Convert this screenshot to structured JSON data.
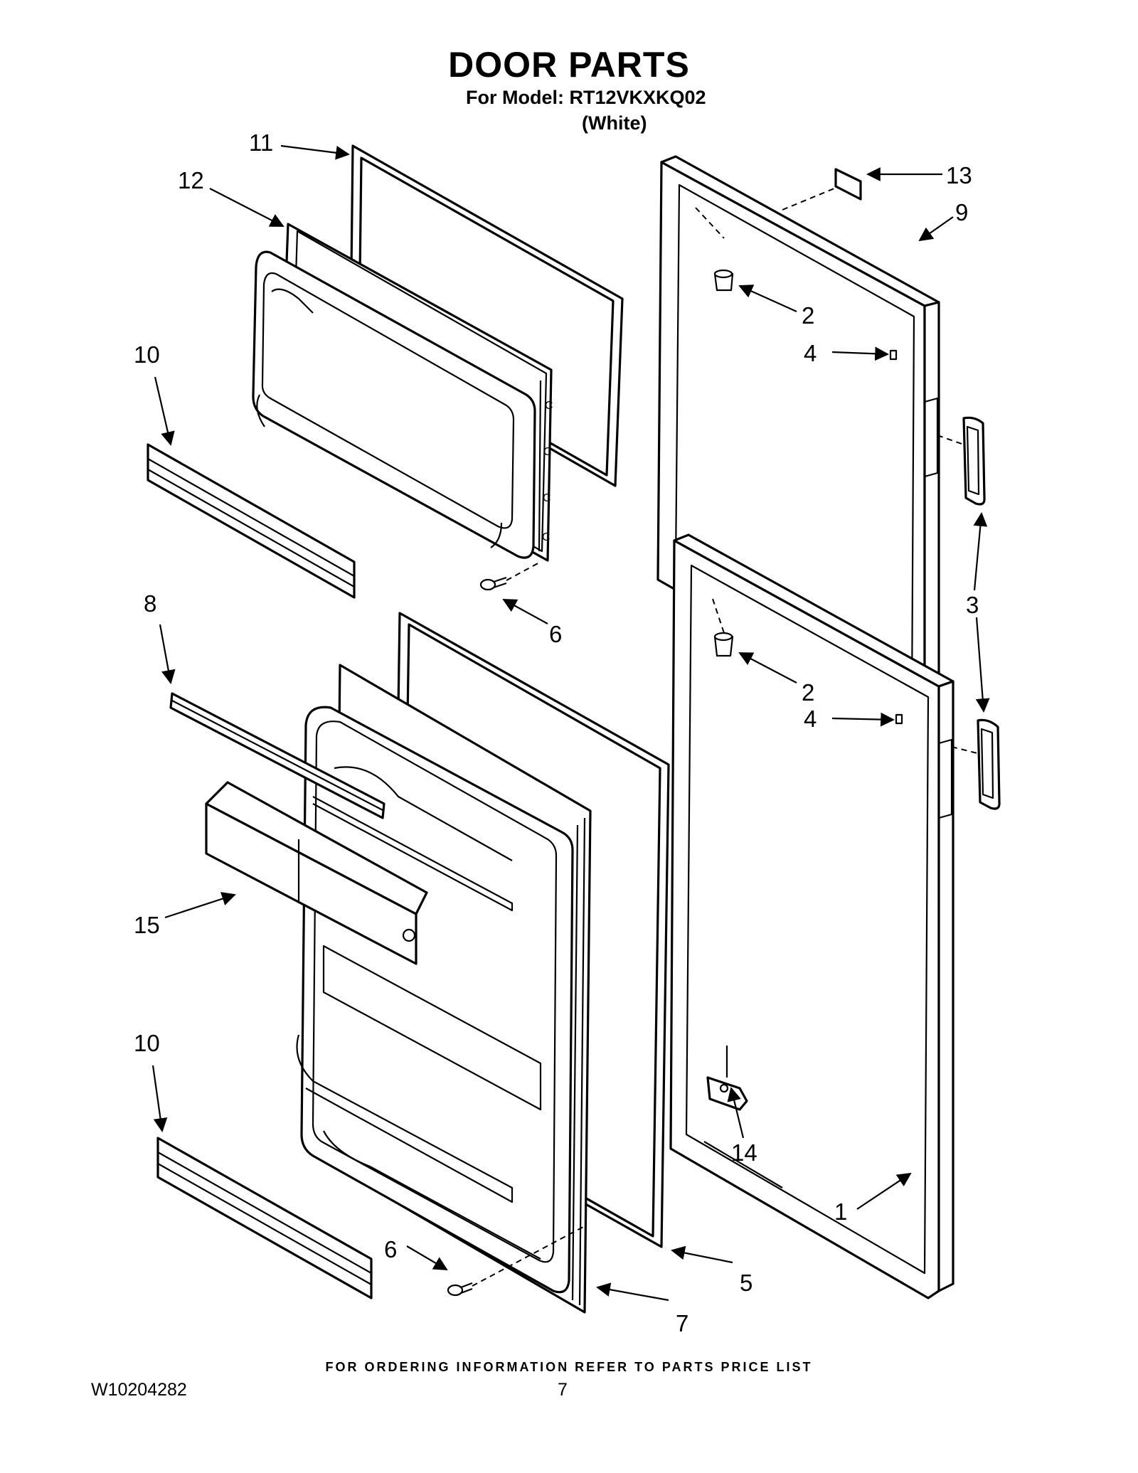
{
  "header": {
    "title": "DOOR PARTS",
    "model_line": "For Model: RT12VKXKQ02",
    "variant": "(White)"
  },
  "callouts": {
    "c11": "11",
    "c12": "12",
    "c10a": "10",
    "c8": "8",
    "c15": "15",
    "c10b": "10",
    "c6a": "6",
    "c6b": "6",
    "c7": "7",
    "c5": "5",
    "c13": "13",
    "c9": "9",
    "c2a": "2",
    "c4a": "4",
    "c3": "3",
    "c2b": "2",
    "c4b": "4",
    "c14": "14",
    "c1": "1"
  },
  "footer": {
    "note": "FOR ORDERING INFORMATION REFER TO PARTS PRICE LIST",
    "doc_id": "W10204282",
    "page": "7"
  }
}
